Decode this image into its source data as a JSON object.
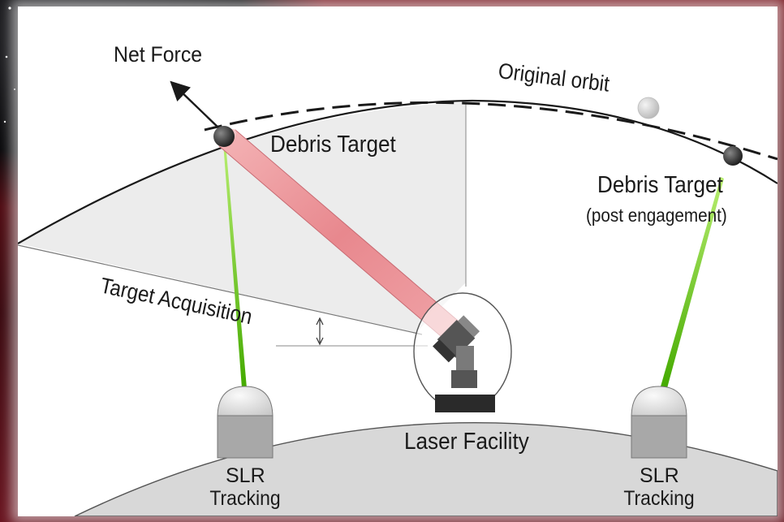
{
  "labels": {
    "net_force": "Net Force",
    "original_orbit": "Original orbit",
    "debris_target_engaged": "Debris Target",
    "debris_target_post": "Debris Target",
    "post_engagement": "(post engagement)",
    "target_acquisition": "Target Acquisition",
    "laser_facility": "Laser Facility",
    "slr_left_line1": "SLR",
    "slr_left_line2": "Tracking",
    "slr_right_line1": "SLR",
    "slr_right_line2": "Tracking"
  },
  "colors": {
    "laser_beam": "#f0a0a4",
    "tracking_beam": "#66cc11",
    "earth": "#d8d8d8",
    "dome": "#e8e8e8",
    "building": "#a8a8a8",
    "debris": "#303030",
    "acquisition_sector": "#ececec",
    "frame": "#6a1520"
  }
}
